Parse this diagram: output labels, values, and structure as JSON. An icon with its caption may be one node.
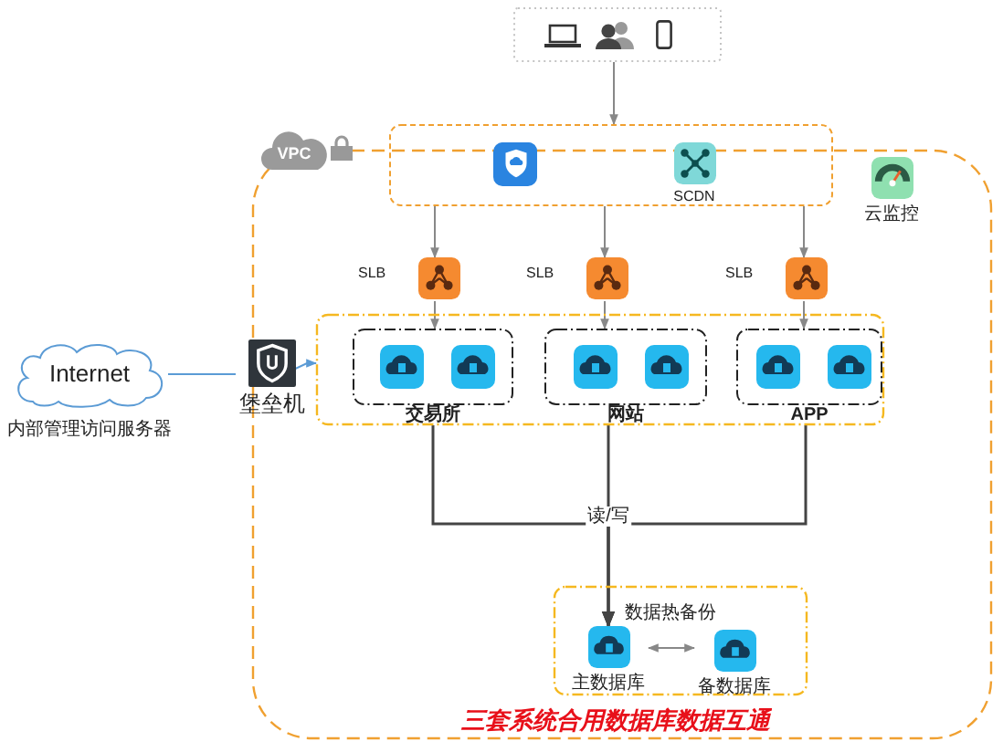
{
  "diagram": {
    "caption": "三套系统合用数据库数据互通",
    "nodes": [
      {
        "text": [],
        "shape": "box"
      },
      {
        "text": [
          "VPC"
        ]
      },
      {
        "text": [],
        "shape": "box"
      },
      {
        "text": [],
        "shape": "shield",
        "in": 2
      },
      {
        "text": [
          "SCDN"
        ],
        "in": 2
      },
      {
        "text": [
          "云监控"
        ],
        "in": 1
      },
      {
        "text": [
          "SLB"
        ],
        "in": 1
      },
      {
        "text": [
          "SLB"
        ],
        "in": 1
      },
      {
        "text": [
          "SLB"
        ],
        "in": 1
      },
      {
        "text": [],
        "shape": "box",
        "in": 1
      },
      {
        "text": [
          "交易所"
        ],
        "in": 9
      },
      {
        "text": [
          "网站"
        ],
        "in": 9
      },
      {
        "text": [
          "APP"
        ],
        "in": 9
      },
      {
        "text": [
          "堡垒机"
        ]
      },
      {
        "text": [
          "Internet"
        ],
        "beside": [
          "内部管理访问服务器"
        ]
      },
      {
        "text": [],
        "shape": "box",
        "in": 1
      },
      {
        "text": [
          "主数据库"
        ],
        "in": 15
      },
      {
        "text": [
          "备数据库"
        ],
        "in": 15
      }
    ],
    "edges": [
      {
        "from": 0,
        "to": 2,
        "arrow": "to"
      },
      {
        "from": 2,
        "to": 6,
        "arrow": "to"
      },
      {
        "from": 2,
        "to": 7,
        "arrow": "to"
      },
      {
        "from": 2,
        "to": 8,
        "arrow": "to"
      },
      {
        "from": 6,
        "to": 10,
        "arrow": "to"
      },
      {
        "from": 7,
        "to": 11,
        "arrow": "to"
      },
      {
        "from": 8,
        "to": 12,
        "arrow": "to"
      },
      {
        "from": 14,
        "to": 13,
        "arrow": "none",
        "color": "#5b9bd5"
      },
      {
        "from": 13,
        "to": 9,
        "arrow": "to",
        "color": "#5b9bd5"
      },
      {
        "from": 10,
        "to": 16,
        "arrow": "to"
      },
      {
        "from": 11,
        "to": 16,
        "arrow": "to",
        "label": "读/写"
      },
      {
        "from": 12,
        "to": 16,
        "arrow": "to"
      },
      {
        "from": 16,
        "to": 17,
        "arrow": "both",
        "label": "数据热备份"
      }
    ]
  }
}
